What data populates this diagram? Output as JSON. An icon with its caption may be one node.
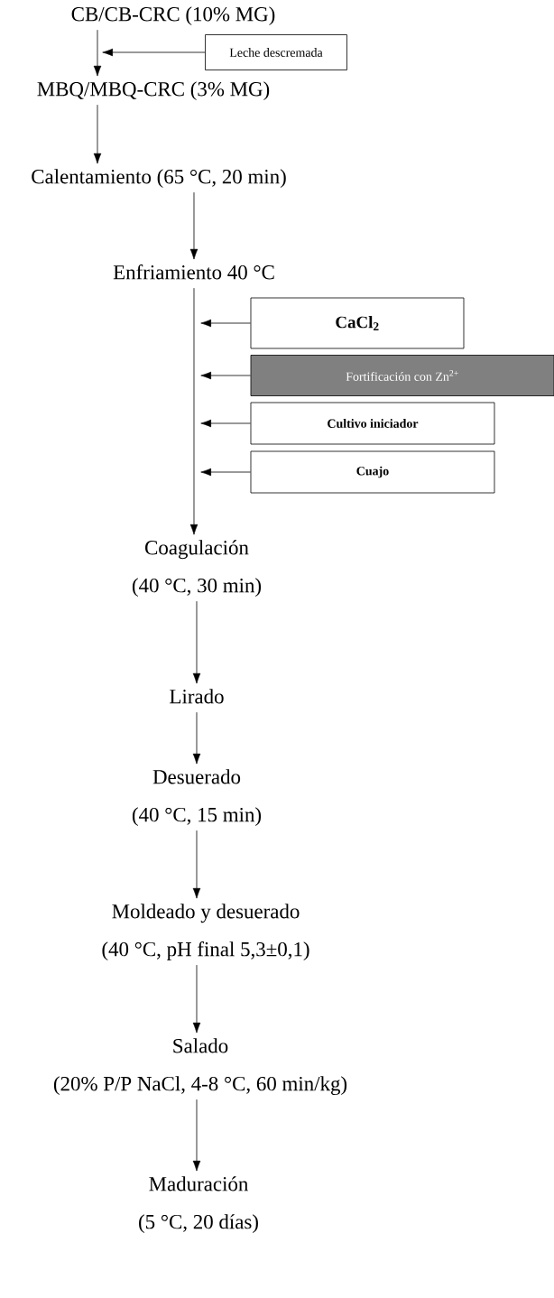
{
  "diagram": {
    "nodes": [
      {
        "text": [
          "CB/CB-CRC (10% MG)"
        ]
      },
      {
        "text": [
          "Leche descremada"
        ]
      },
      {
        "text": [
          "MBQ/MBQ-CRC (3% MG)"
        ]
      },
      {
        "text": [
          "Calentamiento (65 °C, 20 min)"
        ]
      },
      {
        "text": [
          "Enfriamiento 40 °C"
        ]
      },
      {
        "text": [
          "CaCl$_{2}$"
        ]
      },
      {
        "text": [
          "Fortificación con Zn$^{2+}$"
        ]
      },
      {
        "text": [
          "Cultivo iniciador"
        ]
      },
      {
        "text": [
          "Cuajo"
        ]
      },
      {
        "text": [
          "Coagulación",
          "(40 °C, 30 min)"
        ]
      },
      {
        "text": [
          "Lirado"
        ]
      },
      {
        "text": [
          "Desuerado",
          "(40 °C, 15 min)"
        ]
      },
      {
        "text": [
          "Moldeado y desuerado",
          "(40 °C, pH final 5,3±0,1)"
        ]
      },
      {
        "text": [
          "Salado",
          "(20% P/P NaCl, 4-8 °C, 60 min/kg)"
        ]
      },
      {
        "text": [
          "Maduración",
          "(5 °C, 20 días)"
        ]
      }
    ],
    "edges": [
      {
        "from": 0,
        "to": 2,
        "arrow": "to"
      },
      {
        "from": 1,
        "to": 0,
        "arrow": "to"
      },
      {
        "from": 2,
        "to": 3,
        "arrow": "to"
      },
      {
        "from": 3,
        "to": 4,
        "arrow": "to"
      },
      {
        "from": 5,
        "to": null,
        "arrow": "to"
      },
      {
        "from": 6,
        "to": null,
        "arrow": "to"
      },
      {
        "from": 7,
        "to": null,
        "arrow": "to"
      },
      {
        "from": 8,
        "to": null,
        "arrow": "to"
      },
      {
        "from": 4,
        "to": 9,
        "arrow": "to"
      },
      {
        "from": 9,
        "to": 10,
        "arrow": "to"
      },
      {
        "from": 10,
        "to": 11,
        "arrow": "to"
      },
      {
        "from": 11,
        "to": 12,
        "arrow": "to"
      },
      {
        "from": 12,
        "to": 13,
        "arrow": "to"
      },
      {
        "from": 13,
        "to": 14,
        "arrow": "to"
      }
    ]
  }
}
